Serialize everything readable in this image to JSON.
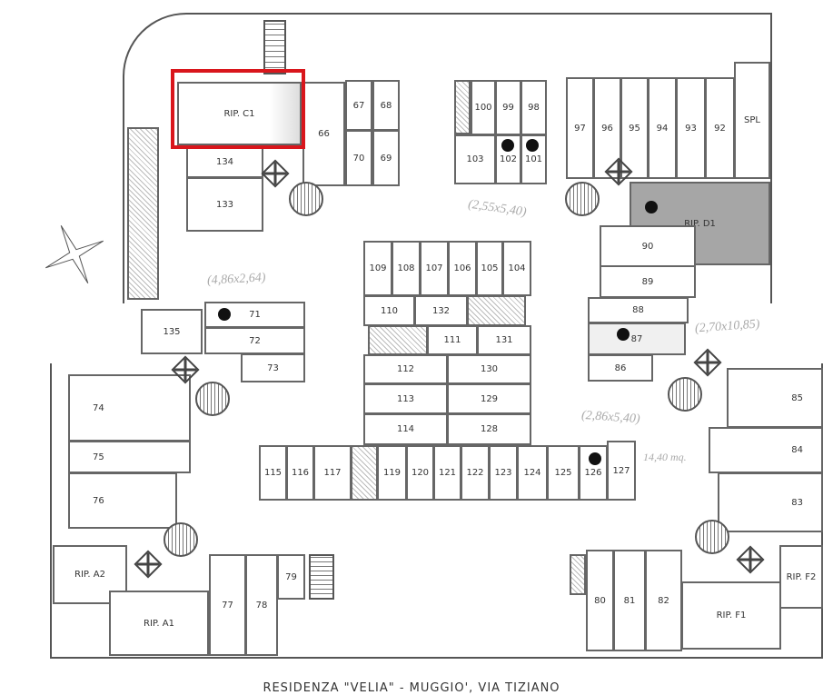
{
  "title": "RESIDENZA \"VELIA\" - MUGGIO', VIA TIZIANO",
  "highlight_color": "#d9161c",
  "highlighted_unit": "RIP. C1",
  "units": {
    "ripc1": "RIP. C1",
    "u66": "66",
    "u67": "67",
    "u68": "68",
    "u70": "70",
    "u69": "69",
    "u134": "134",
    "u133": "133",
    "u100": "100",
    "u99": "99",
    "u98": "98",
    "u103": "103",
    "u102": "102",
    "u101": "101",
    "u97": "97",
    "u96": "96",
    "u95": "95",
    "u94": "94",
    "u93": "93",
    "u92": "92",
    "spl": "SPL",
    "ripd1": "RIP. D1",
    "u90": "90",
    "u89": "89",
    "u88": "88",
    "u87": "87",
    "u86": "86",
    "u109": "109",
    "u108": "108",
    "u107": "107",
    "u106": "106",
    "u105": "105",
    "u104": "104",
    "u110": "110",
    "u132": "132",
    "u111": "111",
    "u131": "131",
    "u112": "112",
    "u130": "130",
    "u113": "113",
    "u129": "129",
    "u114": "114",
    "u128": "128",
    "u115": "115",
    "u116": "116",
    "u117": "117",
    "u119": "119",
    "u120": "120",
    "u121": "121",
    "u122": "122",
    "u123": "123",
    "u124": "124",
    "u125": "125",
    "u126": "126",
    "u127": "127",
    "u135": "135",
    "u71": "71",
    "u72": "72",
    "u73": "73",
    "u74": "74",
    "u75": "75",
    "u76": "76",
    "ripa2": "RIP. A2",
    "ripa1": "RIP. A1",
    "u77": "77",
    "u78": "78",
    "u79": "79",
    "u85": "85",
    "u84": "84",
    "u83": "83",
    "ripf2": "RIP. F2",
    "ripf1": "RIP. F1",
    "u80": "80",
    "u81": "81",
    "u82": "82"
  },
  "annotations": {
    "a1": "(2,55x5,40)",
    "a2": "(4,86x2,64)",
    "a3": "(2,70x10,85)",
    "a4": "(2,86x5,40)",
    "a5": "14,40 mq."
  }
}
